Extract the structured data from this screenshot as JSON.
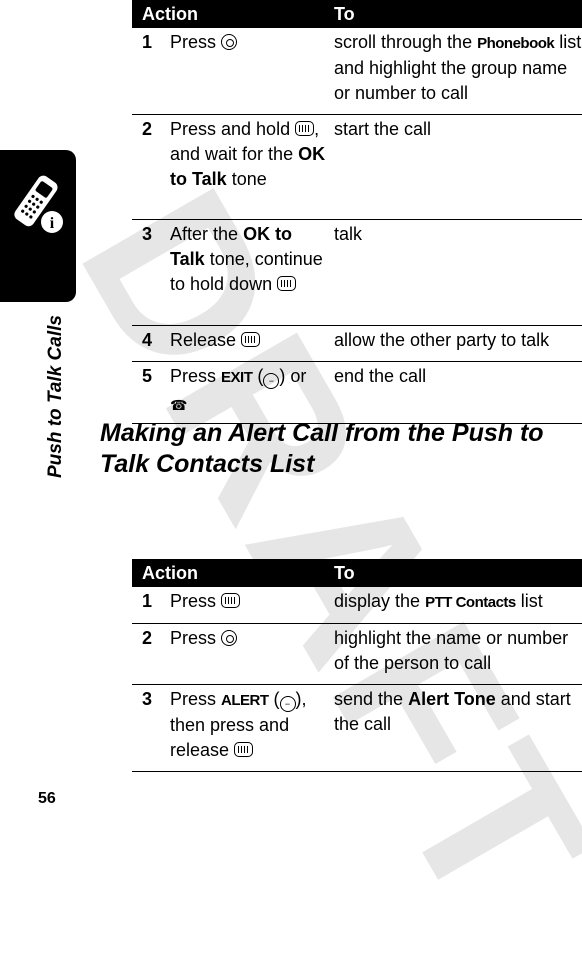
{
  "watermark": "DRAFT",
  "side": {
    "section_label": "Push to Talk Calls",
    "icon": "phone-info-icon"
  },
  "page_number": "56",
  "table1": {
    "headers": {
      "action": "Action",
      "to": "To"
    },
    "rows": [
      {
        "num": "1",
        "a1": "Press",
        "a2": "",
        "t1": "scroll through the",
        "t_k": "Phonebook",
        "t2": "list and highlight the group name or number to call"
      },
      {
        "num": "2",
        "a1": "Press and hold",
        "a2": ", and wait for the",
        "a_k": "OK to Talk",
        "a3": "tone",
        "t1": "start the call"
      },
      {
        "num": "3",
        "a1": "After the",
        "a_k": "OK to Talk",
        "a2": "tone, continue to hold down",
        "t1": "talk"
      },
      {
        "num": "4",
        "a1": "Release",
        "t1": "allow the other party to talk"
      },
      {
        "num": "5",
        "a1": "Press",
        "a_k": "EXIT",
        "a2": "or",
        "t1": "end the call"
      }
    ]
  },
  "heading": "Making an Alert Call from the Push to Talk Contacts List",
  "table2": {
    "headers": {
      "action": "Action",
      "to": "To"
    },
    "rows": [
      {
        "num": "1",
        "a1": "Press",
        "t1": "display the",
        "t_k": "PTT Contacts",
        "t2": "list"
      },
      {
        "num": "2",
        "a1": "Press",
        "t1": "highlight the name or number of the person to call"
      },
      {
        "num": "3",
        "a1": "Press",
        "a_k": "ALERT",
        "a2": "then press and release",
        "t1": "send the",
        "t_k": "Alert Tone",
        "t2": "and start the call"
      }
    ]
  }
}
